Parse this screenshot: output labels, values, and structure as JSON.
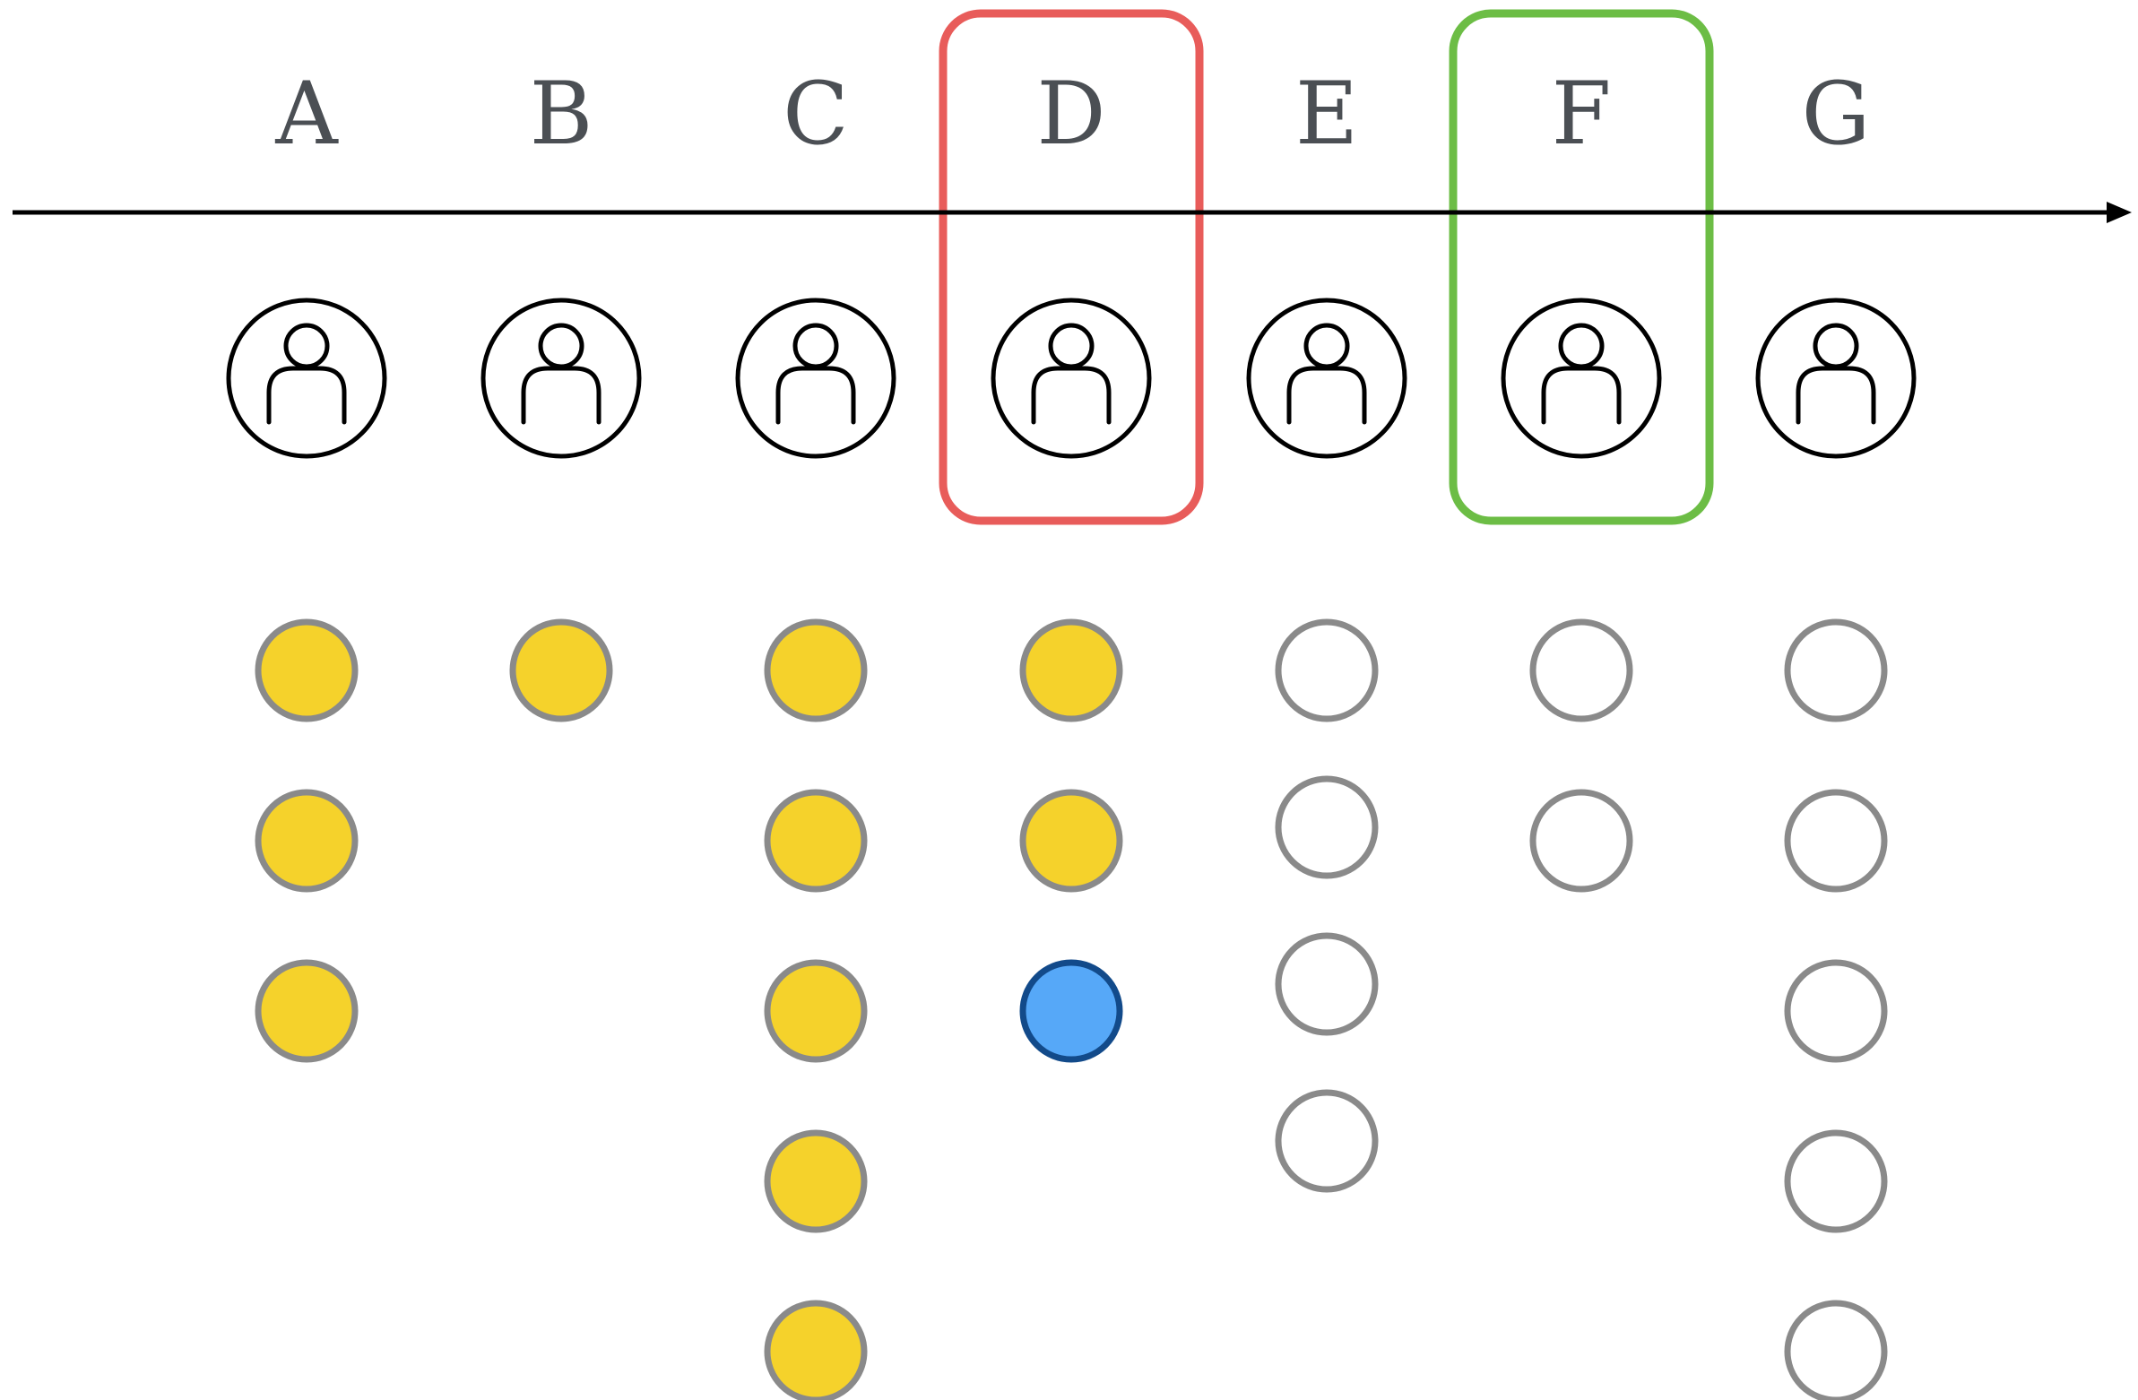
{
  "columns": [
    {
      "label": "A",
      "filled": 3,
      "empty": 0,
      "current": 0
    },
    {
      "label": "B",
      "filled": 1,
      "empty": 0,
      "current": 0
    },
    {
      "label": "C",
      "filled": 5,
      "empty": 0,
      "current": 0
    },
    {
      "label": "D",
      "filled": 2,
      "empty": 0,
      "current": 1
    },
    {
      "label": "E",
      "filled": 0,
      "empty": 4,
      "current": 0
    },
    {
      "label": "F",
      "filled": 0,
      "empty": 2,
      "current": 0
    },
    {
      "label": "G",
      "filled": 0,
      "empty": 5,
      "current": 0
    }
  ],
  "highlights": [
    {
      "column": "D",
      "color": "#e85c5a"
    },
    {
      "column": "F",
      "color": "#6cbd45"
    }
  ],
  "icons": {
    "person": "person-icon",
    "arrow": "arrow-head-icon"
  },
  "colors": {
    "filled": "#f5d22b",
    "empty": "#ffffff",
    "current": "#56a8f8",
    "token_stroke": "#8a8a8a",
    "current_stroke": "#124a8a",
    "axis": "#000000",
    "label": "#4b4f54"
  }
}
